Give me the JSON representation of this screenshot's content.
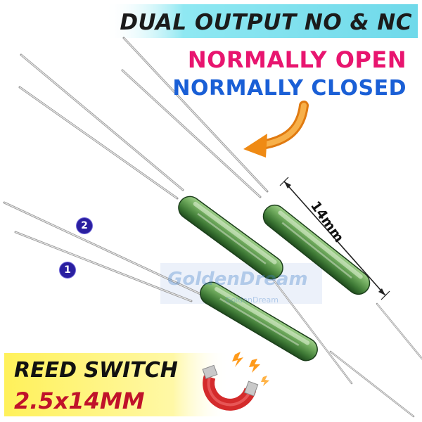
{
  "banner": {
    "text": "DUAL OUTPUT NO & NC"
  },
  "modes": {
    "normally_open": "NORMALLY OPEN",
    "normally_closed": "NORMALLY CLOSED"
  },
  "product": {
    "name": "REED SWITCH",
    "size": "2.5x14MM"
  },
  "dimension": {
    "label": "14mm"
  },
  "pins": [
    {
      "label": "2"
    },
    {
      "label": "1"
    }
  ],
  "watermark": {
    "logo": "GoldenDream",
    "sub": "GoldenDream"
  },
  "colors": {
    "banner_bg": "#8fe8f2",
    "title_bg": "#fff15a",
    "normally_open": "#e8156f",
    "normally_closed": "#1a5fd6",
    "glass_green": "#5e9b4e",
    "arrow_orange": "#f39a1e",
    "magnet_red": "#d42b2b",
    "spark_orange": "#ff9a1a",
    "badge": "#2a1fa0"
  },
  "icons": [
    "curved-arrow-icon",
    "horseshoe-magnet-icon",
    "spark-icon",
    "dimension-arrow-icon"
  ]
}
